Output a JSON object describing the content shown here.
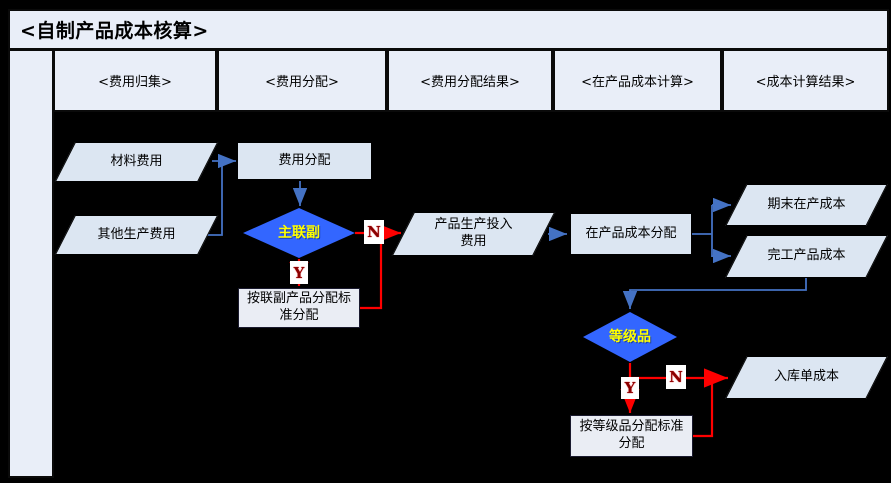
{
  "title": {
    "text": "<自制产品成本核算>"
  },
  "lanes": [
    {
      "label": "<费用归集>"
    },
    {
      "label": "<费用分配>"
    },
    {
      "label": "<费用分配结果>"
    },
    {
      "label": "<在产品成本计算>"
    },
    {
      "label": "<成本计算结果>"
    }
  ],
  "nodes": [
    {
      "id": "material-cost",
      "type": "parallelogram",
      "label": "材料费用"
    },
    {
      "id": "other-production-cost",
      "type": "parallelogram",
      "label": "其他生产费用"
    },
    {
      "id": "cost-allocation",
      "type": "process",
      "label": "费用分配"
    },
    {
      "id": "main-joint-byproduct",
      "type": "decision",
      "label": "主联副"
    },
    {
      "id": "joint-byproduct-standard",
      "type": "process",
      "label": "按联副产品分配标\n准分配"
    },
    {
      "id": "product-input-cost",
      "type": "parallelogram",
      "label": "产品生产投入\n费用"
    },
    {
      "id": "wip-cost-allocation",
      "type": "process",
      "label": "在产品成本分配"
    },
    {
      "id": "ending-wip-cost",
      "type": "parallelogram",
      "label": "期末在产成本"
    },
    {
      "id": "finished-product-cost",
      "type": "parallelogram",
      "label": "完工产品成本"
    },
    {
      "id": "grade-product",
      "type": "decision",
      "label": "等级品"
    },
    {
      "id": "grade-standard",
      "type": "process",
      "label": "按等级品分配标准\n分配"
    },
    {
      "id": "receipt-cost",
      "type": "parallelogram",
      "label": "入库单成本"
    }
  ],
  "branch_labels": {
    "yes": "Y",
    "no": "N"
  },
  "edges": [
    {
      "from": "material-cost",
      "to": "cost-allocation",
      "color": "blue"
    },
    {
      "from": "other-production-cost",
      "to": "cost-allocation",
      "color": "blue"
    },
    {
      "from": "cost-allocation",
      "to": "main-joint-byproduct",
      "color": "blue"
    },
    {
      "from": "main-joint-byproduct",
      "to": "product-input-cost",
      "label": "N",
      "color": "red"
    },
    {
      "from": "main-joint-byproduct",
      "to": "joint-byproduct-standard",
      "label": "Y",
      "color": "red"
    },
    {
      "from": "joint-byproduct-standard",
      "to": "product-input-cost",
      "color": "red"
    },
    {
      "from": "product-input-cost",
      "to": "wip-cost-allocation",
      "color": "blue"
    },
    {
      "from": "wip-cost-allocation",
      "to": "ending-wip-cost",
      "color": "blue"
    },
    {
      "from": "wip-cost-allocation",
      "to": "finished-product-cost",
      "color": "blue"
    },
    {
      "from": "finished-product-cost",
      "to": "grade-product",
      "color": "blue"
    },
    {
      "from": "grade-product",
      "to": "receipt-cost",
      "label": "N",
      "color": "red"
    },
    {
      "from": "grade-product",
      "to": "grade-standard",
      "label": "Y",
      "color": "red"
    },
    {
      "from": "grade-standard",
      "to": "receipt-cost",
      "color": "red"
    }
  ],
  "colors": {
    "canvas_bg": "#000000",
    "band_fill": "#e9eef8",
    "shape_fill": "#dce6f2",
    "substep_fill": "#eaedf4",
    "decision_fill": "#3366ff",
    "decision_text": "#ffff00",
    "flow_blue": "#4472c4",
    "flow_red": "#ff0000",
    "branch_text": "#8b0000"
  }
}
